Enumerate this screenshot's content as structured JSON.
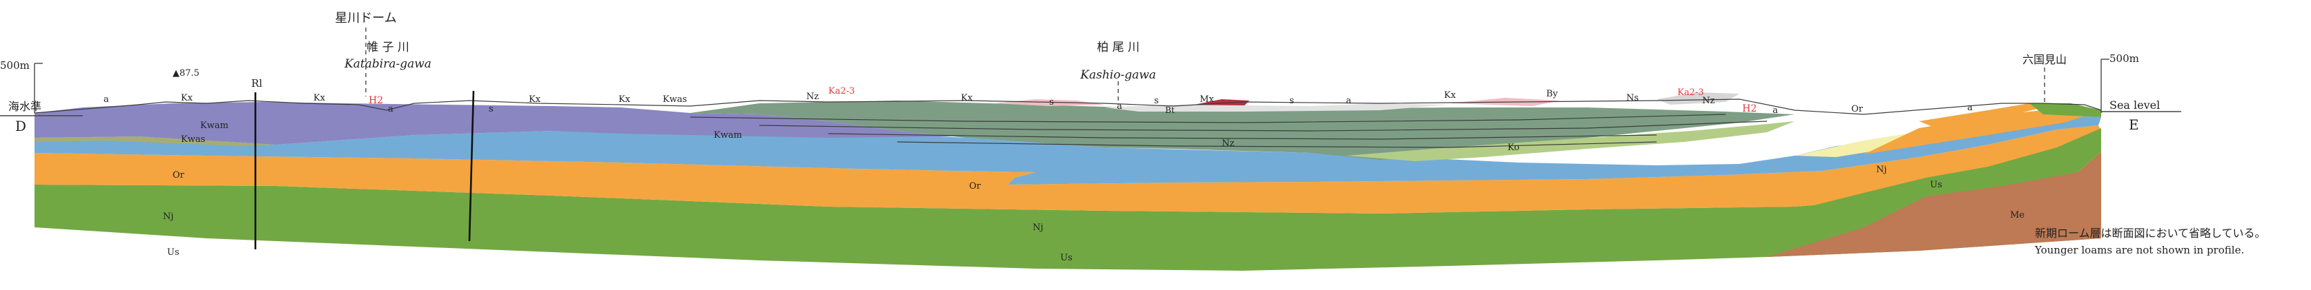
{
  "scale": {
    "left_top": "500m",
    "left_sea": "海水準",
    "left_end": "D",
    "right_top": "500m",
    "right_sea": "Sea level",
    "right_end": "E"
  },
  "places": {
    "hoshikawa_dome": "星川ドーム",
    "katabira_jp": "帷 子 川",
    "katabira_en": "Katabira-gawa",
    "kashio_jp": "柏 尾 川",
    "kashio_en": "Kashio-gawa",
    "rokkokukenzan": "六国見山",
    "peak": "▲87.5",
    "rl": "Rl"
  },
  "units": {
    "a": "a",
    "s": "s",
    "Kx": "Kx",
    "Kwas": "Kwas",
    "Kwam": "Kwam",
    "Nz": "Nz",
    "Ka23": "Ka2-3",
    "H2": "H2",
    "Mx": "Mx",
    "Bt": "Bt",
    "By": "By",
    "Ns": "Ns",
    "Ko": "Ko",
    "Or": "Or",
    "Nj": "Nj",
    "Us": "Us",
    "Me": "Me"
  },
  "notes": {
    "jp": "新期ローム層は断面図において省略している。",
    "en": "Younger loams are not shown in profile."
  },
  "colors": {
    "ground_green": "#72a843",
    "orange": "#f4a540",
    "blue": "#74acd8",
    "blue_dark": "#5d8fbf",
    "purple": "#8a86c2",
    "teal": "#7d9e84",
    "light_green": "#b3cd86",
    "olive": "#a6ad72",
    "brown": "#bd7a54",
    "cream": "#f4f0ac",
    "pink": "#f0bcc4",
    "red": "#b0323f",
    "label_red": "#e23a3a"
  }
}
